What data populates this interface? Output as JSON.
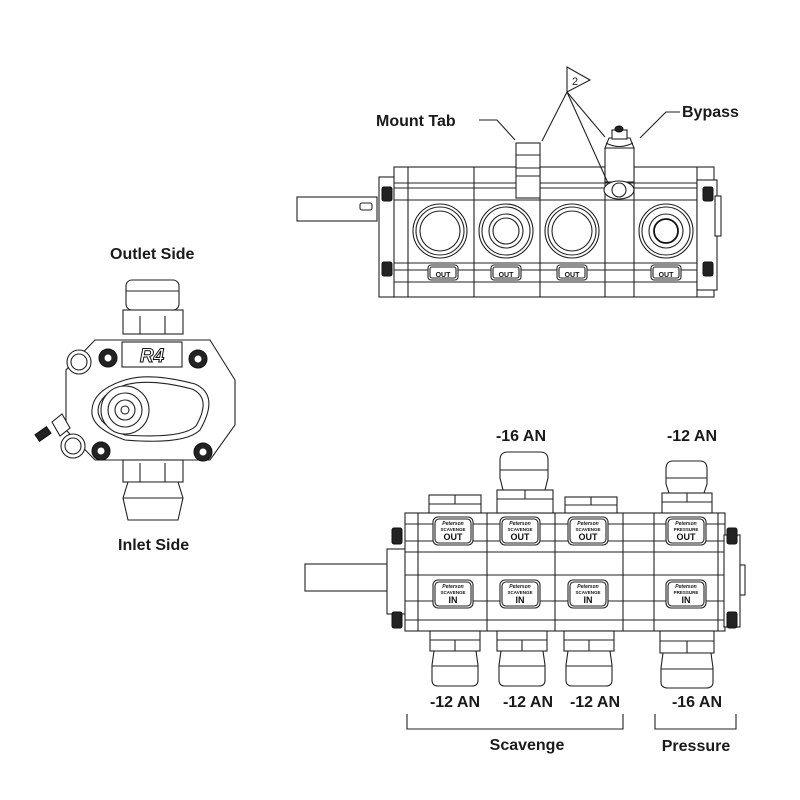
{
  "title_callouts": {
    "mount_tab": "Mount Tab",
    "bypass": "Bypass",
    "note_flag": "2"
  },
  "end_view": {
    "outlet_label": "Outlet Side",
    "inlet_label": "Inlet Side",
    "logo": "R4"
  },
  "top_view": {
    "port_badges": [
      "OUT",
      "OUT",
      "OUT",
      "OUT"
    ]
  },
  "side_view": {
    "top_fittings": [
      "-16 AN",
      "-12 AN"
    ],
    "bottom_fittings": [
      "-12 AN",
      "-12 AN",
      "-12 AN",
      "-16 AN"
    ],
    "out_badges": [
      {
        "type": "SCAVENGE",
        "dir": "OUT"
      },
      {
        "type": "SCAVENGE",
        "dir": "OUT"
      },
      {
        "type": "SCAVENGE",
        "dir": "OUT"
      },
      {
        "type": "PRESSURE",
        "dir": "OUT"
      }
    ],
    "in_badges": [
      {
        "type": "SCAVENGE",
        "dir": "IN"
      },
      {
        "type": "SCAVENGE",
        "dir": "IN"
      },
      {
        "type": "SCAVENGE",
        "dir": "IN"
      },
      {
        "type": "PRESSURE",
        "dir": "IN"
      }
    ],
    "brand_mark": "Peterson",
    "group_labels": {
      "scavenge": "Scavenge",
      "pressure": "Pressure"
    }
  }
}
